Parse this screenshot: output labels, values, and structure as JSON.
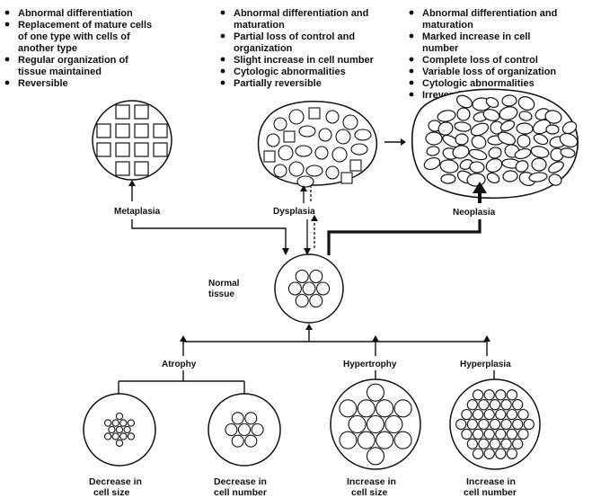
{
  "panels": {
    "metaplasia": {
      "bullets": [
        [
          "Abnormal differentiation"
        ],
        [
          "Replacement of mature cells",
          "of one type with cells of",
          "another type"
        ],
        [
          "Regular organization of",
          "tissue maintained"
        ],
        [
          "Reversible"
        ]
      ]
    },
    "dysplasia": {
      "bullets": [
        [
          "Abnormal differentiation and",
          "maturation"
        ],
        [
          "Partial loss of control and",
          "organization"
        ],
        [
          "Slight increase in cell number"
        ],
        [
          "Cytologic abnormalities"
        ],
        [
          "Partially reversible"
        ]
      ]
    },
    "neoplasia": {
      "bullets": [
        [
          "Abnormal differentiation and",
          "maturation"
        ],
        [
          "Marked increase in cell",
          "number"
        ],
        [
          "Complete loss of control"
        ],
        [
          "Variable loss of organization"
        ],
        [
          "Cytologic abnormalities"
        ],
        [
          "Irreversible"
        ]
      ]
    }
  },
  "labels": {
    "metaplasia": "Metaplasia",
    "dysplasia": "Dysplasia",
    "neoplasia": "Neoplasia",
    "normal_tissue": [
      "Normal",
      "tissue"
    ],
    "atrophy": "Atrophy",
    "hypertrophy": "Hypertrophy",
    "hyperplasia": "Hyperplasia"
  },
  "captions": {
    "atrophy_size": [
      "Decrease in",
      "cell size"
    ],
    "atrophy_number": [
      "Decrease in",
      "cell number"
    ],
    "hypertrophy": [
      "Increase in",
      "cell size"
    ],
    "hyperplasia": [
      "Increase in",
      "cell number"
    ]
  },
  "colors": {
    "ink": "#111111",
    "background": "#ffffff"
  }
}
